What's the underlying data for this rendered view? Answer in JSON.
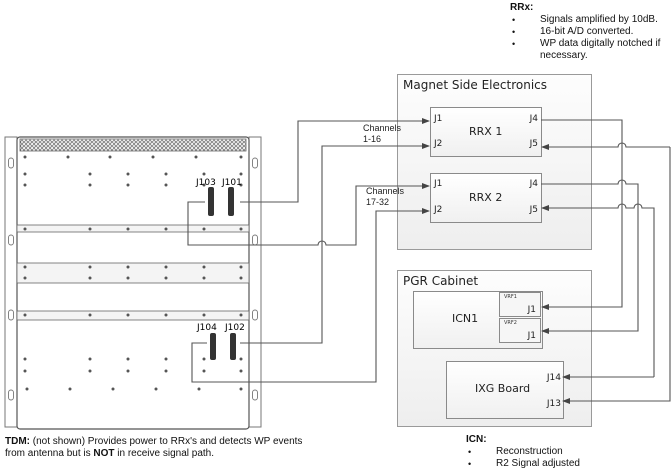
{
  "rrx_note": {
    "title": "RRx:",
    "bullets": [
      "Signals amplified by 10dB.",
      "16-bit A/D converted.",
      "WP data digitally notched if necessary."
    ]
  },
  "magnet_side": {
    "title": "Magnet Side Electronics",
    "rrx1": {
      "label": "RRX 1",
      "ports": {
        "in1": "J1",
        "in2": "J2",
        "out1": "J4",
        "out2": "J5"
      }
    },
    "rrx2": {
      "label": "RRX 2",
      "ports": {
        "in1": "J1",
        "in2": "J2",
        "out1": "J4",
        "out2": "J5"
      }
    }
  },
  "channels": {
    "group1": {
      "line1": "Channels",
      "line2": "1-16"
    },
    "group2": {
      "line1": "Channels",
      "line2": "17-32"
    }
  },
  "pgr_cabinet": {
    "title": "PGR Cabinet",
    "icn1": {
      "label": "ICN1",
      "vrf1": {
        "name": "VRF1",
        "port": "J1"
      },
      "vrf2": {
        "name": "VRF2",
        "port": "J1"
      }
    },
    "ixg": {
      "label": "IXG Board",
      "ports": {
        "a": "J14",
        "b": "J13"
      }
    }
  },
  "cabinet": {
    "connectors": {
      "j103": "J103",
      "j101": "J101",
      "j104": "J104",
      "j102": "J102"
    }
  },
  "tdm_note": {
    "label": "TDM:",
    "text1": " (not shown) Provides power to RRx's and detects WP events from antenna  but is ",
    "emph": "NOT",
    "text2": " in receive signal path."
  },
  "icn_note": {
    "title": "ICN:",
    "bullets": [
      "Reconstruction",
      "R2 Signal adjusted"
    ]
  },
  "colors": {
    "line": "#555555",
    "border": "#9a9a9a"
  }
}
